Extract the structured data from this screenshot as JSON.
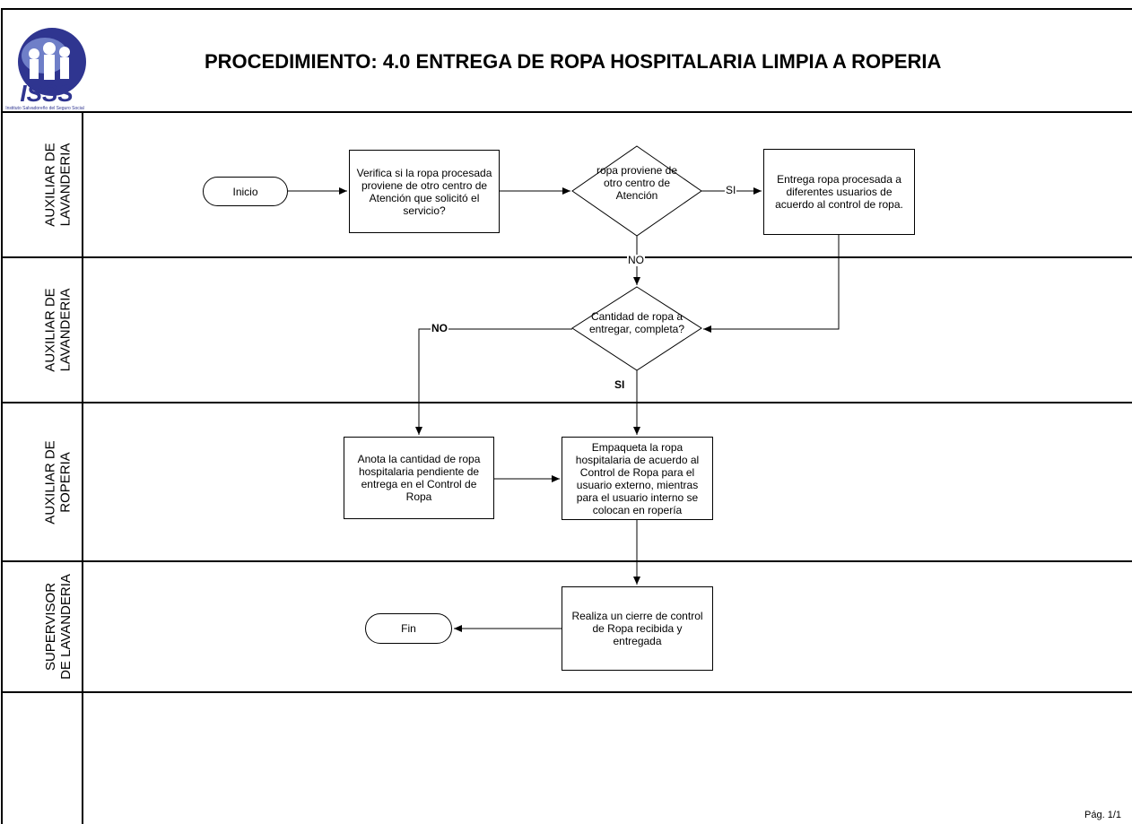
{
  "title": "PROCEDIMIENTO: 4.0 ENTREGA DE ROPA HOSPITALARIA LIMPIA A  ROPERIA",
  "logo": {
    "text": "ISSS",
    "caption": "Instituto Salvadoreño del Seguro Social"
  },
  "lanes": [
    "AUXILIAR DE\nLAVANDERIA",
    "AUXILIAR DE\nLAVANDERIA",
    "AUXILIAR DE\nROPERIA",
    "SUPERVISOR\nDE LAVANDERIA",
    ""
  ],
  "nodes": {
    "inicio": "Inicio",
    "verifica": "Verifica si la ropa procesada proviene de otro centro de Atención que solicitó el servicio?",
    "decision_otro_centro": "ropa proviene de otro centro de Atención",
    "entrega": "Entrega ropa procesada a diferentes usuarios de acuerdo al control de ropa.",
    "decision_cantidad": "Cantidad de ropa a entregar, completa?",
    "anota": "Anota la cantidad de ropa hospitalaria pendiente de entrega en el Control de Ropa",
    "empaqueta": "Empaqueta la ropa hospitalaria de acuerdo al Control de Ropa para el usuario externo, mientras para el usuario interno se colocan en ropería",
    "realiza": "Realiza un cierre de control de Ropa recibida y entregada",
    "fin": "Fin"
  },
  "edge_labels": {
    "si_1": "SI",
    "no_1": "NO",
    "no_2": "NO",
    "si_2": "SI"
  },
  "page_number": "Pág. 1/1"
}
